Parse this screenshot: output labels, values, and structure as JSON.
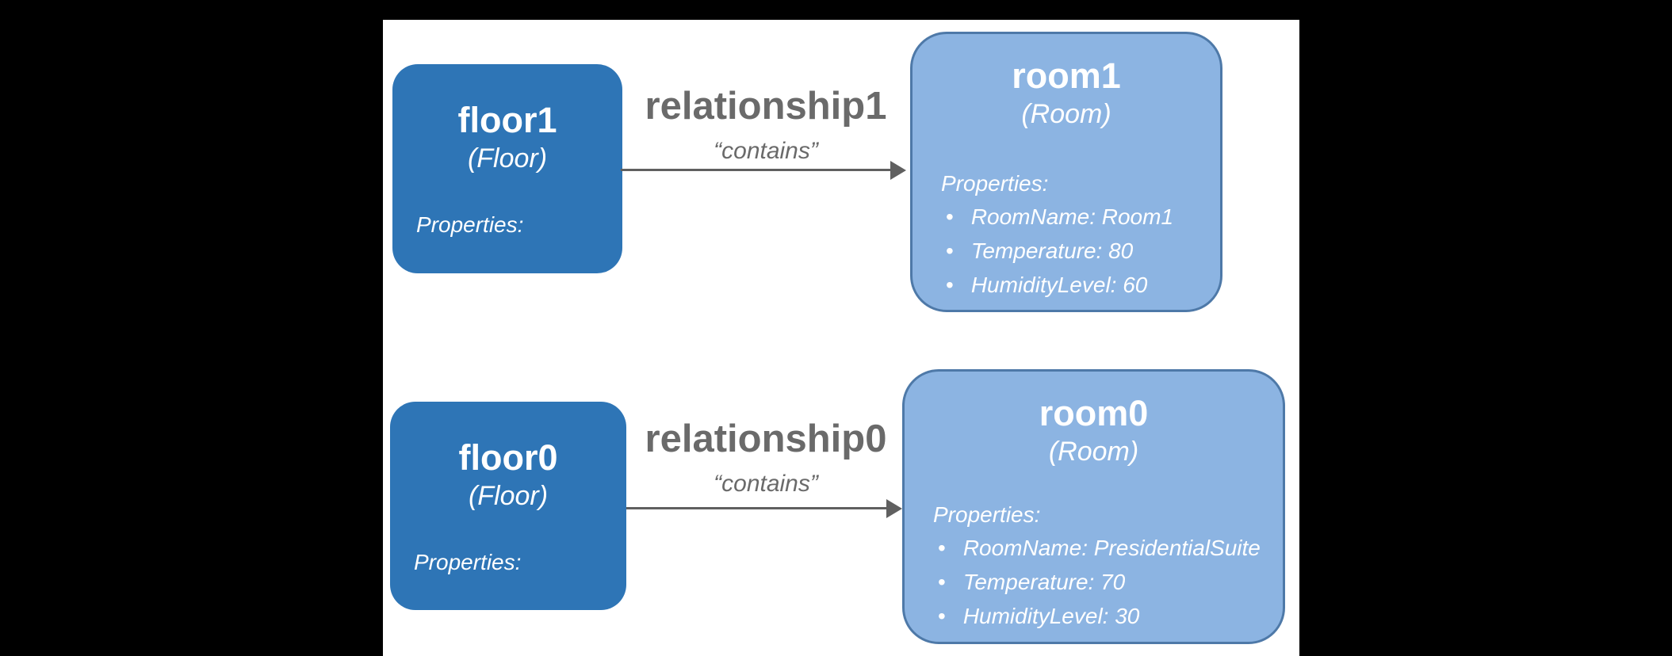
{
  "colors": {
    "background": "#000000",
    "panel": "#ffffff",
    "floor_fill": "#2E75B6",
    "room_fill": "#8CB4E2",
    "room_border": "#4E79A8",
    "relationship_text": "#6A6A6A",
    "arrow": "#606060",
    "text_on_blue": "#FFFFFF"
  },
  "rows": [
    {
      "floor": {
        "name": "floor1",
        "type": "(Floor)",
        "properties_label": "Properties:"
      },
      "relationship": {
        "name": "relationship1",
        "value": "“contains”"
      },
      "room": {
        "name": "room1",
        "type": "(Room)",
        "properties_label": "Properties:",
        "properties": [
          "RoomName: Room1",
          "Temperature: 80",
          "HumidityLevel: 60"
        ]
      }
    },
    {
      "floor": {
        "name": "floor0",
        "type": "(Floor)",
        "properties_label": "Properties:"
      },
      "relationship": {
        "name": "relationship0",
        "value": "“contains”"
      },
      "room": {
        "name": "room0",
        "type": "(Room)",
        "properties_label": "Properties:",
        "properties": [
          "RoomName: PresidentialSuite",
          "Temperature: 70",
          "HumidityLevel: 30"
        ]
      }
    }
  ]
}
